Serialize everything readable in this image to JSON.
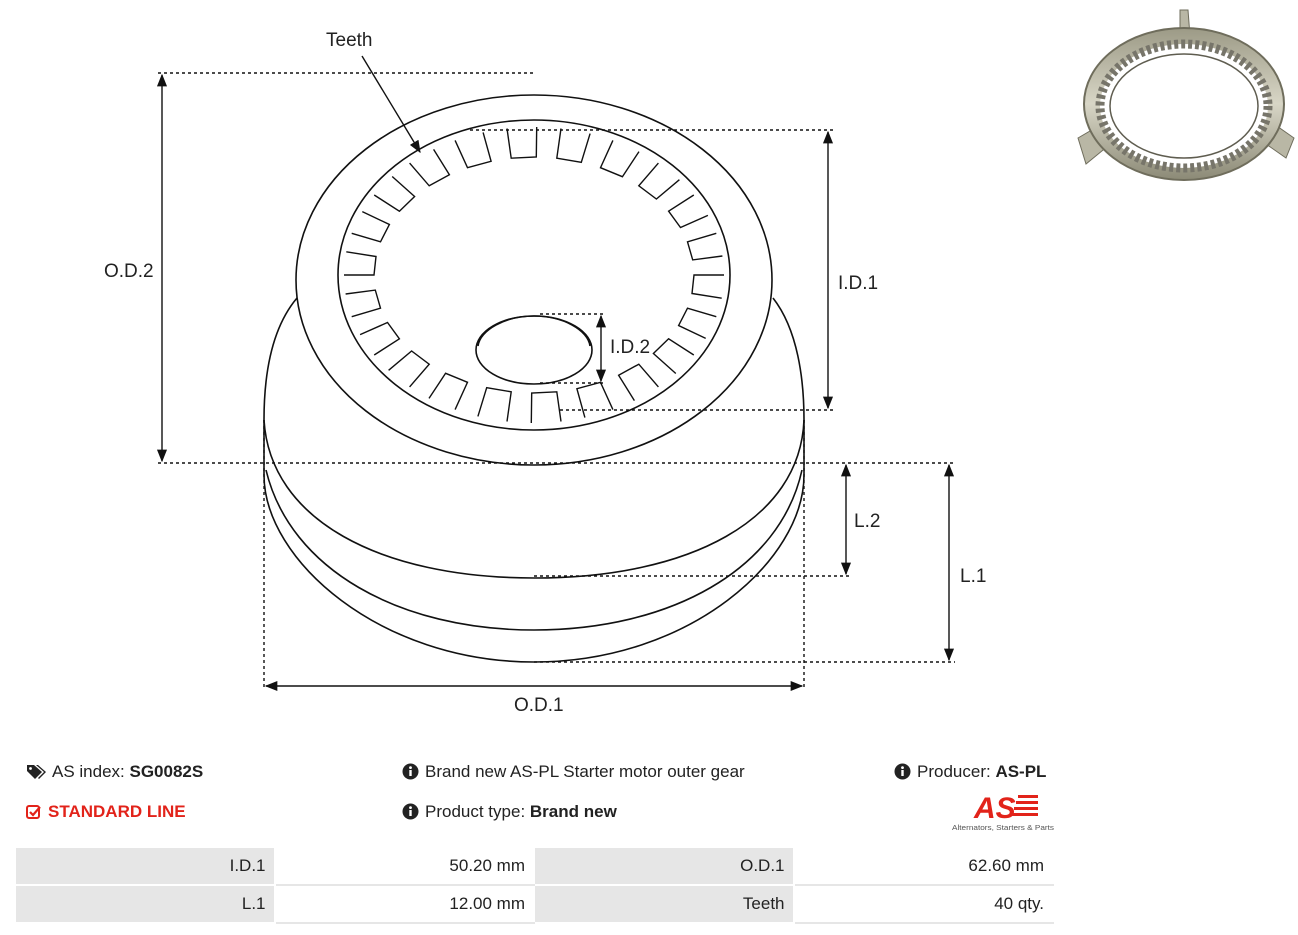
{
  "diagram": {
    "labels": {
      "teeth": "Teeth",
      "od2": "O.D.2",
      "id1": "I.D.1",
      "id2": "I.D.2",
      "l2": "L.2",
      "l1": "L.1",
      "od1": "O.D.1"
    }
  },
  "info": {
    "as_index_label": "AS index:",
    "as_index_value": "SG0082S",
    "line": "STANDARD LINE",
    "description": "Brand new AS-PL Starter motor outer gear",
    "product_type_label": "Product type:",
    "product_type_value": "Brand new",
    "producer_label": "Producer:",
    "producer_value": "AS-PL",
    "logo_text": "AS",
    "logo_tagline": "Alternators, Starters & Parts"
  },
  "specs": [
    {
      "k1": "I.D.1",
      "v1": "50.20 mm",
      "k2": "O.D.1",
      "v2": "62.60 mm"
    },
    {
      "k1": "L.1",
      "v1": "12.00 mm",
      "k2": "Teeth",
      "v2": "40 qty."
    }
  ],
  "colors": {
    "accent": "#e2231a",
    "table_key_bg": "#e6e6e6"
  }
}
